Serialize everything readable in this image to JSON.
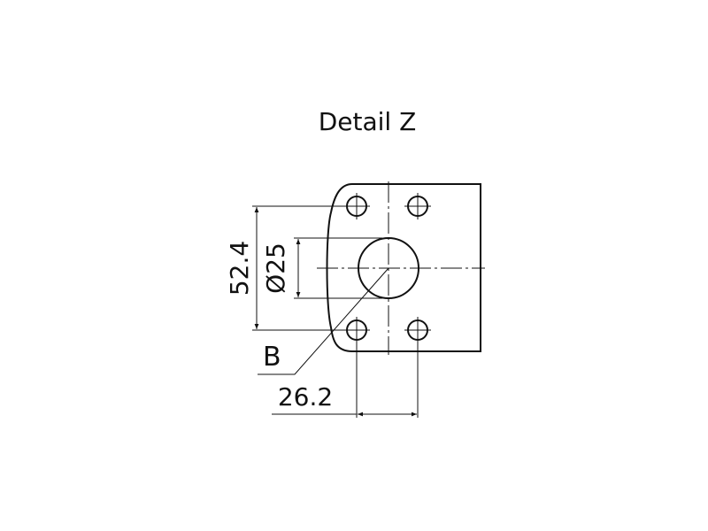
{
  "title": "Detail Z",
  "dimensions": {
    "hole_spacing_vertical": "52.4",
    "bore_diameter": "Ø25",
    "hole_spacing_horizontal": "26.2"
  },
  "labels": {
    "section_marker": "B"
  }
}
